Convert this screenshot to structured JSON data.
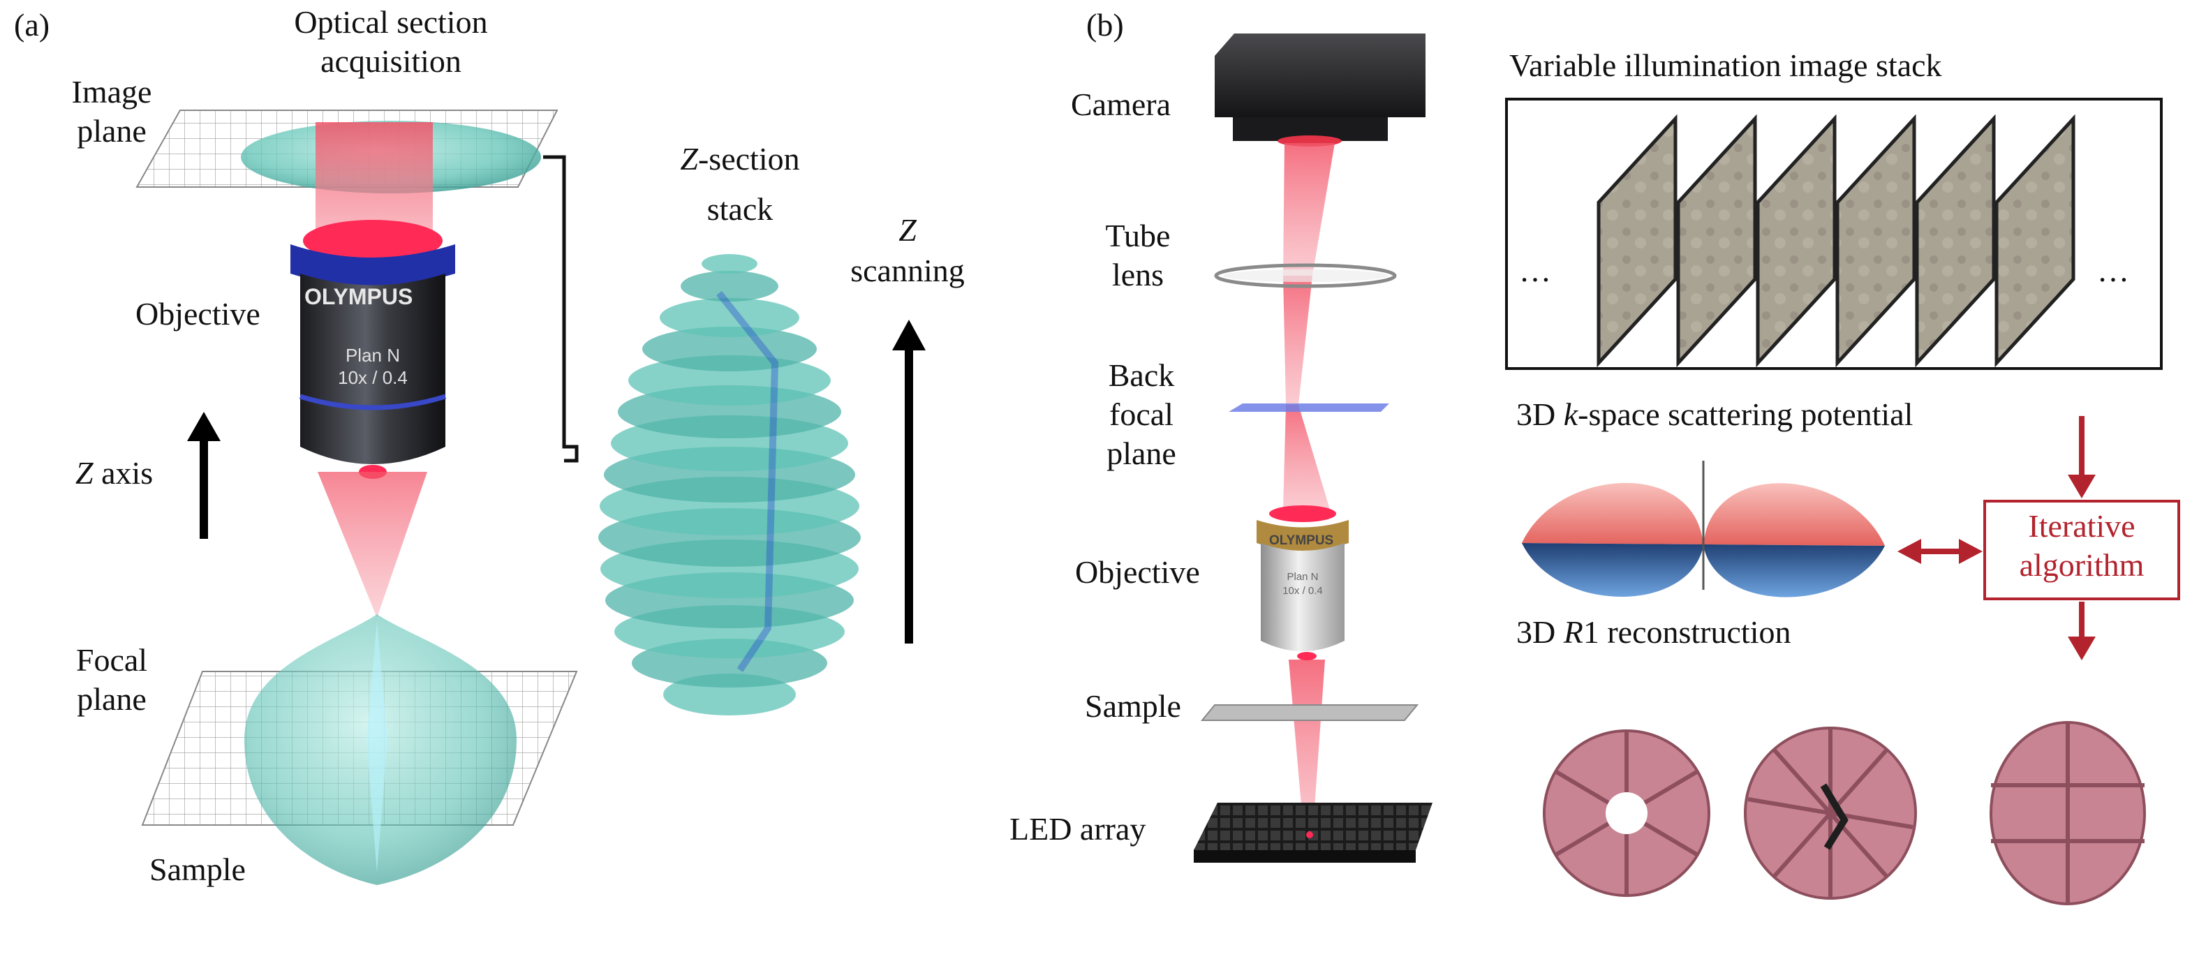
{
  "panel_a": {
    "label": "(a)",
    "optical_section_acquisition": "Optical section\nacquisition",
    "image_plane": "Image\nplane",
    "objective": "Objective",
    "objective_brand": "OLYMPUS",
    "objective_spec_1": "Plan N",
    "objective_spec_2": "10x / 0.4",
    "z_axis_var": "Z",
    "z_axis_word": " axis",
    "focal_plane": "Focal\nplane",
    "sample": "Sample",
    "z_section_var": "Z",
    "z_section_rest": "-section",
    "z_section_line2": "stack",
    "z_scanning_var": "Z",
    "z_scanning_word": "scanning"
  },
  "panel_b": {
    "label": "(b)",
    "camera": "Camera",
    "tube_lens": "Tube\nlens",
    "back_focal_plane": "Back\nfocal\nplane",
    "objective": "Objective",
    "objective_brand": "OLYMPUS",
    "objective_spec_1": "Plan N",
    "objective_spec_2": "10x / 0.4",
    "sample": "Sample",
    "led_array": "LED array",
    "image_stack_title": "Variable illumination image stack",
    "ellipsis_left": "…",
    "ellipsis_right": "…",
    "kspace_prefix": "3D ",
    "kspace_var": "k",
    "kspace_suffix": "-space scattering potential",
    "iterative_algorithm": "Iterative\nalgorithm",
    "reconstruction_prefix": "3D ",
    "reconstruction_var": "R",
    "reconstruction_suffix": "1 reconstruction"
  },
  "colors": {
    "beam": "#f26b7a",
    "glass": "#5fc3b5",
    "accent_red": "#b3232d",
    "cell": "#c98493",
    "bfp": "#6f7fe6"
  }
}
